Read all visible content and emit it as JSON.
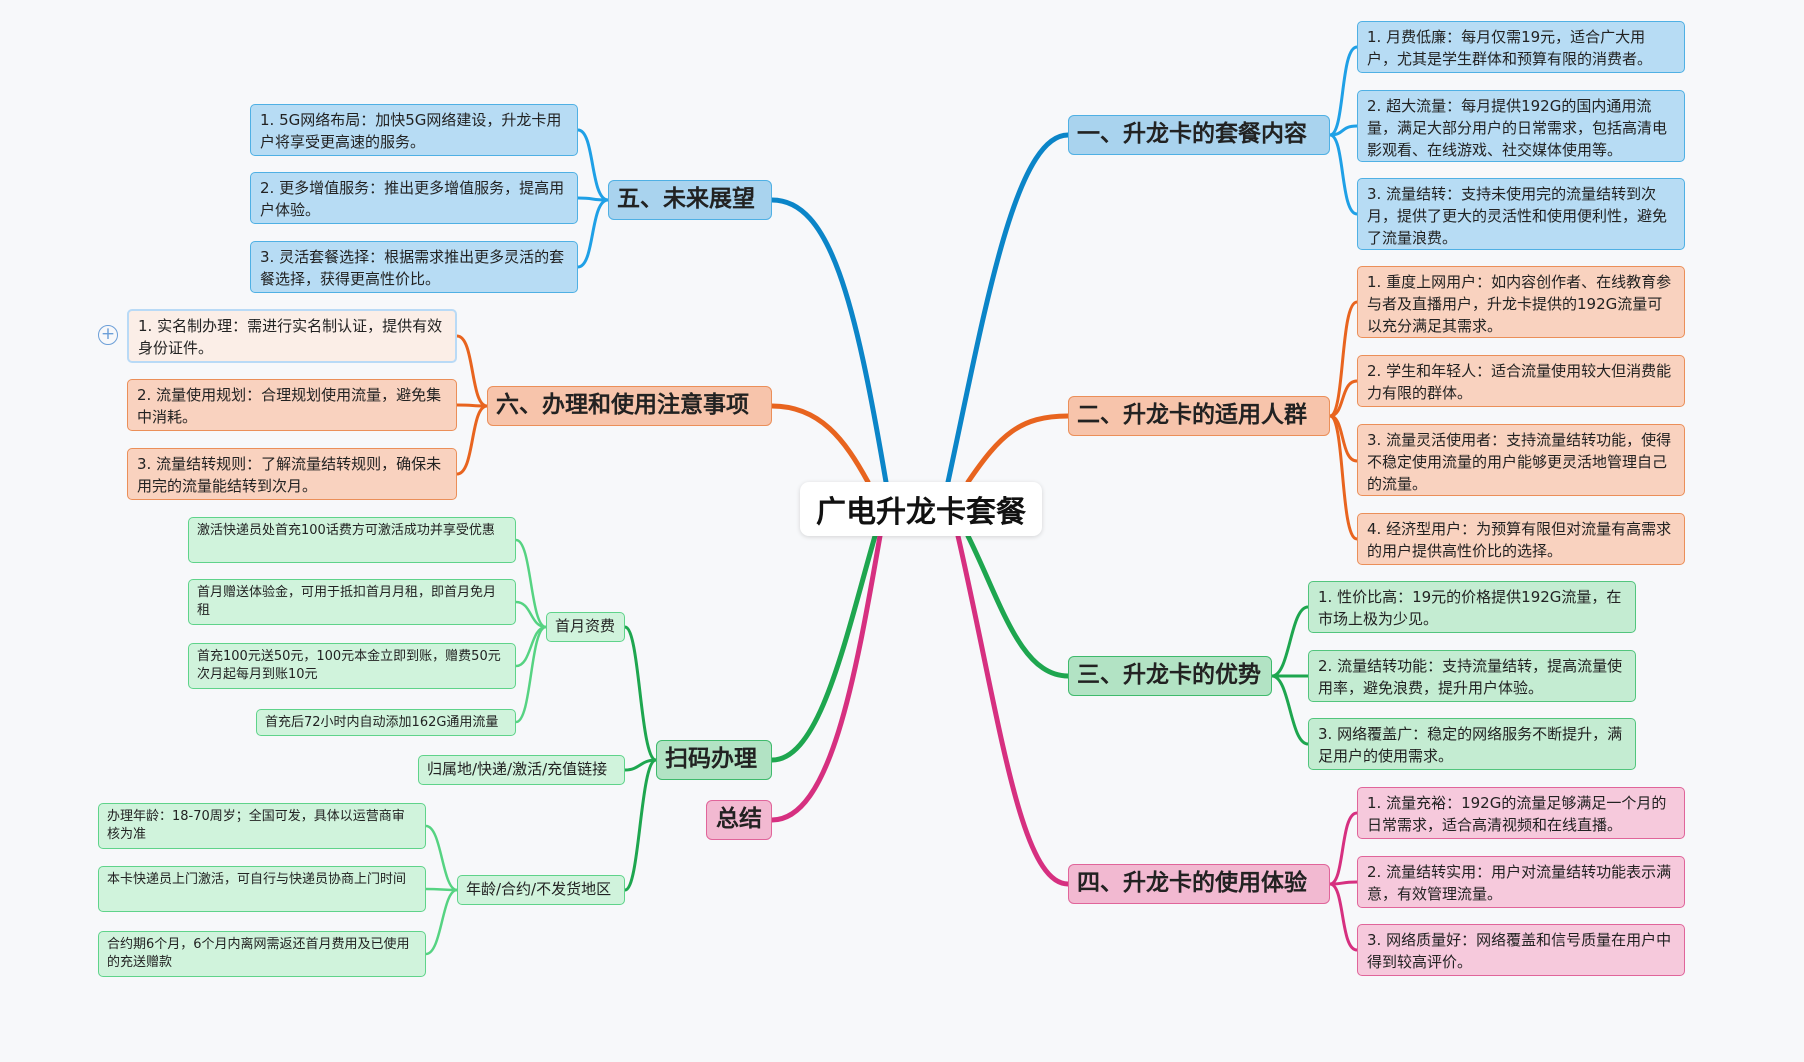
{
  "root": "广电升龙卡套餐",
  "branches": {
    "b1": {
      "title": "一、升龙卡的套餐内容",
      "items": [
        "1. 月费低廉：每月仅需19元，适合广大用户，尤其是学生群体和预算有限的消费者。",
        "2. 超大流量：每月提供192G的国内通用流量，满足大部分用户的日常需求，包括高清电影观看、在线游戏、社交媒体使用等。",
        "3. 流量结转：支持未使用完的流量结转到次月，提供了更大的灵活性和使用便利性，避免了流量浪费。"
      ]
    },
    "b2": {
      "title": "二、升龙卡的适用人群",
      "items": [
        "1. 重度上网用户：如内容创作者、在线教育参与者及直播用户，升龙卡提供的192G流量可以充分满足其需求。",
        "2. 学生和年轻人：适合流量使用较大但消费能力有限的群体。",
        "3. 流量灵活使用者：支持流量结转功能，使得不稳定使用流量的用户能够更灵活地管理自己的流量。",
        "4. 经济型用户：为预算有限但对流量有高需求的用户提供高性价比的选择。"
      ]
    },
    "b3": {
      "title": "三、升龙卡的优势",
      "items": [
        "1. 性价比高：19元的价格提供192G流量，在市场上极为少见。",
        "2. 流量结转功能：支持流量结转，提高流量使用率，避免浪费，提升用户体验。",
        "3. 网络覆盖广：稳定的网络服务不断提升，满足用户的使用需求。"
      ]
    },
    "b4": {
      "title": "四、升龙卡的使用体验",
      "items": [
        "1. 流量充裕：192G的流量足够满足一个月的日常需求，适合高清视频和在线直播。",
        "2. 流量结转实用：用户对流量结转功能表示满意，有效管理流量。",
        "3. 网络质量好：网络覆盖和信号质量在用户中得到较高评价。"
      ]
    },
    "b5": {
      "title": "五、未来展望",
      "items": [
        "1. 5G网络布局：加快5G网络建设，升龙卡用户将享受更高速的服务。",
        "2. 更多增值服务：推出更多增值服务，提高用户体验。",
        "3. 灵活套餐选择：根据需求推出更多灵活的套餐选择，获得更高性价比。"
      ]
    },
    "b6": {
      "title": "六、办理和使用注意事项",
      "items": [
        "1. 实名制办理：需进行实名制认证，提供有效身份证件。",
        "2. 流量使用规划：合理规划使用流量，避免集中消耗。",
        "3. 流量结转规则：了解流量结转规则，确保未用完的流量能结转到次月。"
      ]
    },
    "scan": {
      "title": "扫码办理",
      "sub1": {
        "label": "首月资费",
        "items": [
          "激活快递员处首充100话费方可激活成功并享受优惠",
          "首月赠送体验金，可用于抵扣首月月租，即首月免月租",
          "首充100元送50元，100元本金立即到账，赠费50元次月起每月到账10元",
          "首充后72小时内自动添加162G通用流量"
        ]
      },
      "sub2": {
        "label": "归属地/快递/激活/充值链接"
      },
      "sub3": {
        "label": "年龄/合约/不发货地区",
        "items": [
          "办理年龄：18-70周岁；全国可发，具体以运营商审核为准",
          "本卡快递员上门激活，可自行与快递员协商上门时间",
          "合约期6个月，6个月内离网需返还首月费用及已使用的充送赠款"
        ]
      }
    },
    "summary": {
      "title": "总结"
    }
  },
  "colors": {
    "blue": "#0b85c8",
    "orange": "#e8641f",
    "green": "#1ea64f",
    "lightgreen": "#56d382",
    "pink": "#d63080",
    "lightblue": "#1fa0e6"
  },
  "icons": {
    "add": "+"
  }
}
